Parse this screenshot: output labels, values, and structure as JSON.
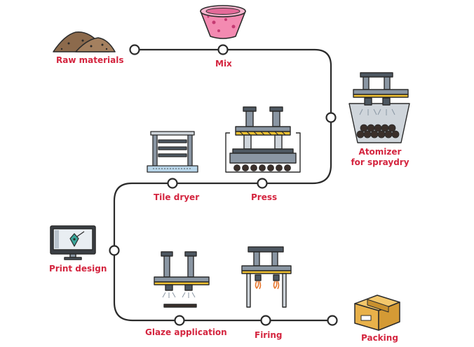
{
  "colors": {
    "label": "#d4253f",
    "path": "#2b2b2b",
    "steel": "#8a96a3",
    "steel_dark": "#4e5862",
    "hazard_yellow": "#f2c230",
    "cardboard": "#e8b14a",
    "mix_bowl": "#f38ab1",
    "raw_pile": "#8c6a4c",
    "screen_bg": "#3b3f44"
  },
  "steps": {
    "raw_materials": "Raw materials",
    "mix": "Mix",
    "atomizer_line1": "Atomizer",
    "atomizer_line2": "for spraydry",
    "press": "Press",
    "tile_dryer": "Tile dryer",
    "print_design": "Print design",
    "glaze_application": "Glaze application",
    "firing": "Firing",
    "packing": "Packing"
  },
  "icons": {
    "raw_materials": "sand-pile-icon",
    "mix": "mixing-bowl-icon",
    "atomizer": "spray-dryer-icon",
    "press": "hydraulic-press-icon",
    "tile_dryer": "tile-dryer-rack-icon",
    "print_design": "computer-monitor-pen-tool-icon",
    "glaze_application": "glaze-sprayer-icon",
    "firing": "kiln-firing-icon",
    "packing": "cardboard-box-icon"
  }
}
